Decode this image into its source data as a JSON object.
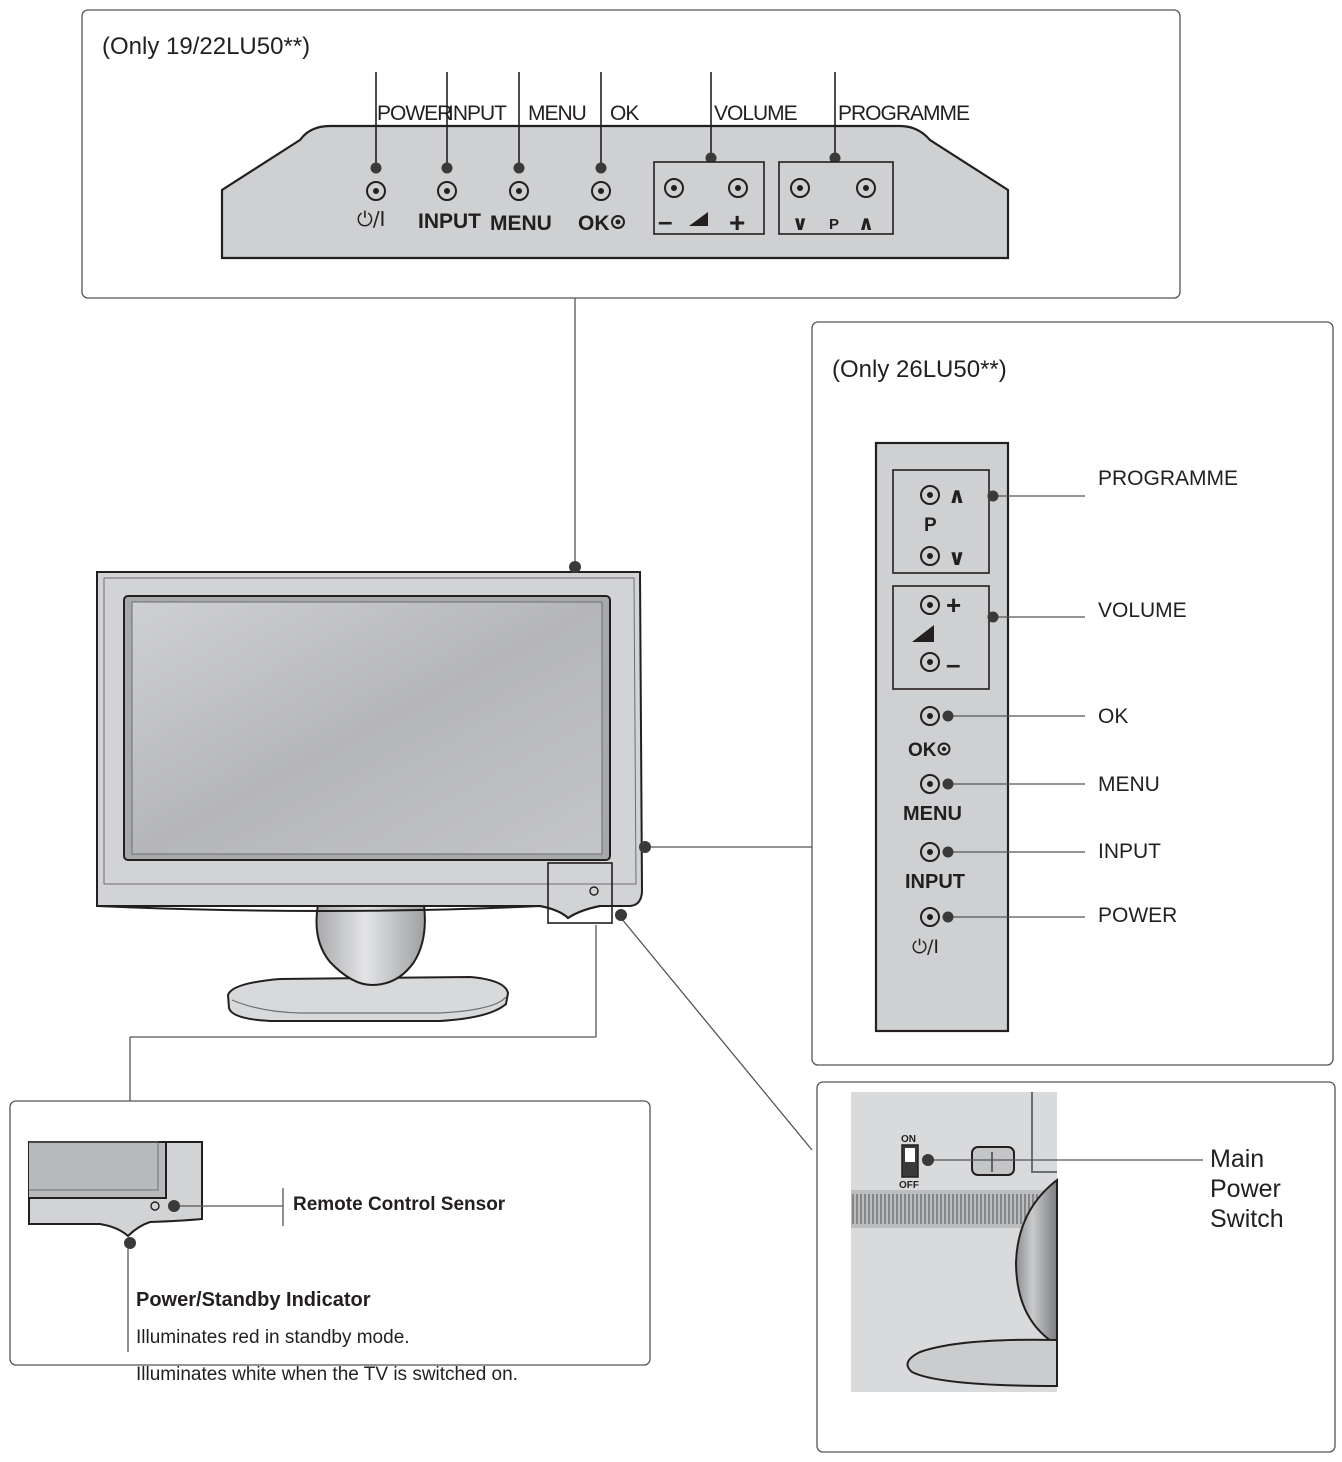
{
  "top_panel": {
    "title": "(Only 19/22LU50**)",
    "callouts": {
      "power": "POWER",
      "input": "INPUT",
      "menu": "MENU",
      "ok": "OK",
      "volume": "VOLUME",
      "programme": "PROGRAMME"
    },
    "button_labels": {
      "power": "⏻/I",
      "input": "INPUT",
      "menu": "MENU",
      "ok": "OK",
      "vol_minus": "–",
      "vol_plus": "+",
      "prog_down": "∨",
      "prog_p": "P",
      "prog_up": "∧"
    }
  },
  "side_panel": {
    "title": "(Only 26LU50**)",
    "callouts": {
      "programme": "PROGRAMME",
      "volume": "VOLUME",
      "ok": "OK",
      "menu": "MENU",
      "input": "INPUT",
      "power": "POWER"
    },
    "button_labels": {
      "prog_up": "∧",
      "prog_p": "P",
      "prog_down": "∨",
      "vol_plus": "+",
      "vol_minus": "–",
      "ok": "OK",
      "menu": "MENU",
      "input": "INPUT",
      "power": "⏻/I"
    }
  },
  "sensor_panel": {
    "remote_sensor": "Remote Control Sensor",
    "indicator_title": "Power/Standby Indicator",
    "indicator_lines": [
      "Illuminates red in standby mode.",
      "Illuminates white when the TV is switched on."
    ]
  },
  "switch_panel": {
    "switch_on": "ON",
    "switch_off": "OFF",
    "label_lines": [
      "Main",
      "Power",
      "Switch"
    ]
  },
  "colors": {
    "panel_fill": "#cfd0d2",
    "tv_bezel": "#c9cacc",
    "screen": "#b8b9bb",
    "ink": "#231f20"
  }
}
